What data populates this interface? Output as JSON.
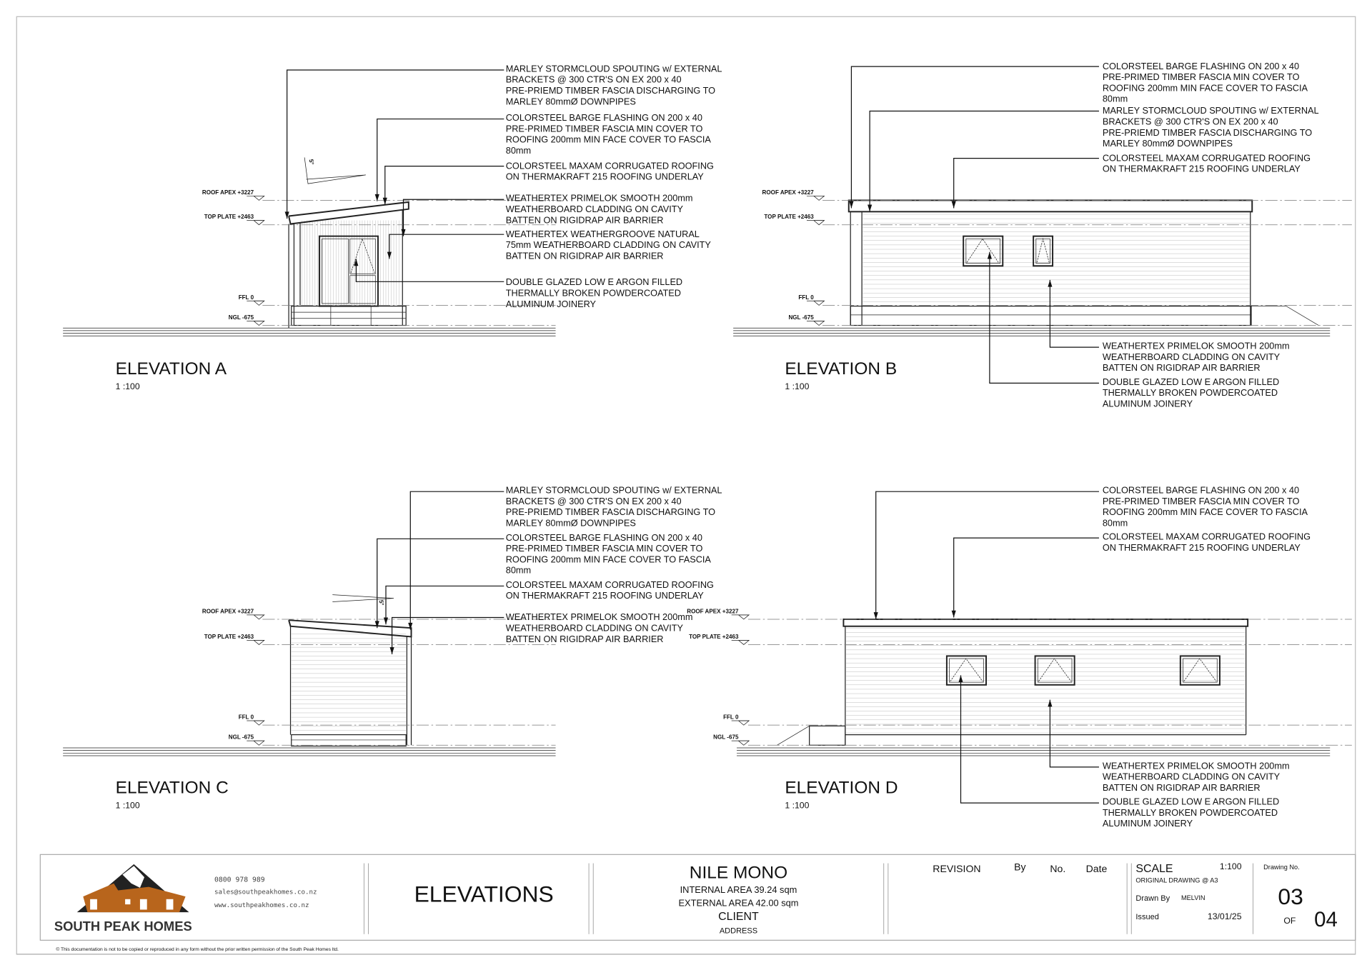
{
  "sheet": {
    "elevations": [
      {
        "title": "ELEVATION A",
        "scale": "1 :100",
        "levels": [
          "ROOF APEX +3227",
          "TOP PLATE +2463",
          "FFL 0",
          "NGL -675"
        ],
        "roof_pitch": "5°",
        "notes": [
          [
            "MARLEY STORMCLOUD SPOUTING w/ EXTERNAL",
            "BRACKETS @ 300 CTR'S ON EX 200 x 40",
            "PRE-PRIEMD TIMBER FASCIA DISCHARGING TO",
            "MARLEY 80mmØ DOWNPIPES"
          ],
          [
            "COLORSTEEL BARGE FLASHING ON 200 x 40",
            "PRE-PRIMED TIMBER FASCIA MIN COVER TO",
            "ROOFING 200mm MIN FACE COVER TO FASCIA",
            "80mm"
          ],
          [
            "COLORSTEEL MAXAM CORRUGATED ROOFING",
            "ON THERMAKRAFT 215 ROOFING UNDERLAY"
          ],
          [
            "WEATHERTEX PRIMELOK SMOOTH 200mm",
            "WEATHERBOARD CLADDING ON CAVITY",
            "BATTEN ON RIGIDRAP AIR BARRIER"
          ],
          [
            "WEATHERTEX WEATHERGROOVE NATURAL",
            "75mm WEATHERBOARD CLADDING ON CAVITY",
            "BATTEN ON RIGIDRAP AIR BARRIER"
          ],
          [
            "DOUBLE GLAZED LOW E ARGON FILLED",
            "THERMALLY BROKEN POWDERCOATED",
            "ALUMINUM JOINERY"
          ]
        ]
      },
      {
        "title": "ELEVATION B",
        "scale": "1 :100",
        "levels": [
          "ROOF APEX +3227",
          "TOP PLATE +2463",
          "FFL 0",
          "NGL -675"
        ],
        "notes": [
          [
            "COLORSTEEL BARGE FLASHING ON 200 x 40",
            "PRE-PRIMED TIMBER FASCIA MIN COVER TO",
            "ROOFING 200mm MIN FACE COVER TO FASCIA",
            "80mm"
          ],
          [
            "MARLEY STORMCLOUD SPOUTING w/ EXTERNAL",
            "BRACKETS @ 300 CTR'S ON EX 200 x 40",
            "PRE-PRIEMD TIMBER FASCIA DISCHARGING TO",
            "MARLEY 80mmØ DOWNPIPES"
          ],
          [
            "COLORSTEEL MAXAM CORRUGATED ROOFING",
            "ON THERMAKRAFT 215 ROOFING UNDERLAY"
          ],
          [
            "WEATHERTEX PRIMELOK SMOOTH 200mm",
            "WEATHERBOARD CLADDING ON CAVITY",
            "BATTEN ON RIGIDRAP AIR BARRIER"
          ],
          [
            "DOUBLE GLAZED LOW E ARGON FILLED",
            "THERMALLY BROKEN POWDERCOATED",
            "ALUMINUM JOINERY"
          ]
        ]
      },
      {
        "title": "ELEVATION C",
        "scale": "1 :100",
        "levels": [
          "ROOF APEX +3227",
          "TOP PLATE +2463",
          "FFL 0",
          "NGL -675"
        ],
        "roof_pitch": "5°",
        "notes": [
          [
            "MARLEY STORMCLOUD SPOUTING w/ EXTERNAL",
            "BRACKETS @ 300 CTR'S ON EX 200 x 40",
            "PRE-PRIEMD TIMBER FASCIA DISCHARGING TO",
            "MARLEY 80mmØ DOWNPIPES"
          ],
          [
            "COLORSTEEL BARGE FLASHING ON 200 x 40",
            "PRE-PRIMED TIMBER FASCIA MIN COVER TO",
            "ROOFING 200mm MIN FACE COVER TO FASCIA",
            "80mm"
          ],
          [
            "COLORSTEEL MAXAM CORRUGATED ROOFING",
            "ON THERMAKRAFT 215 ROOFING UNDERLAY"
          ],
          [
            "WEATHERTEX PRIMELOK SMOOTH 200mm",
            "WEATHERBOARD CLADDING ON CAVITY",
            "BATTEN ON RIGIDRAP AIR BARRIER"
          ]
        ]
      },
      {
        "title": "ELEVATION D",
        "scale": "1 :100",
        "levels": [
          "ROOF APEX +3227",
          "TOP PLATE +2463",
          "FFL 0",
          "NGL -675"
        ],
        "notes": [
          [
            "COLORSTEEL BARGE FLASHING ON 200 x 40",
            "PRE-PRIMED TIMBER FASCIA MIN COVER TO",
            "ROOFING 200mm MIN FACE COVER TO FASCIA",
            "80mm"
          ],
          [
            "COLORSTEEL MAXAM CORRUGATED ROOFING",
            "ON THERMAKRAFT 215 ROOFING UNDERLAY"
          ],
          [
            "WEATHERTEX PRIMELOK SMOOTH 200mm",
            "WEATHERBOARD CLADDING ON CAVITY",
            "BATTEN ON RIGIDRAP AIR BARRIER"
          ],
          [
            "DOUBLE GLAZED LOW E ARGON FILLED",
            "THERMALLY BROKEN POWDERCOATED",
            "ALUMINUM JOINERY"
          ]
        ]
      }
    ]
  },
  "title_block": {
    "company": "SOUTH PEAK HOMES",
    "phone": "0800 978 989",
    "email": "sales@southpeakhomes.co.nz",
    "website": "www.southpeakhomes.co.nz",
    "sheet_title": "ELEVATIONS",
    "project": "NILE MONO",
    "internal_area": "INTERNAL AREA 39.24 sqm",
    "external_area": "EXTERNAL AREA 42.00 sqm",
    "client": "CLIENT",
    "address": "ADDRESS",
    "revision_headers": [
      "REVISION",
      "By",
      "No.",
      "Date"
    ],
    "scale_label": "SCALE",
    "scale_value": "1:100",
    "original": "ORIGINAL DRAWING @ A3",
    "drawn_by_label": "Drawn By",
    "drawn_by": "MELVIN",
    "issued_label": "Issued",
    "issued": "13/01/25",
    "drawing_no_label": "Drawing No.",
    "drawing_no": "03",
    "of_label": "OF",
    "total": "04",
    "brand_color": "#b8651c"
  },
  "copyright": "© This documentation is not to be copied or reproduced in any form without the prior written permission of the South Peak Homes ltd."
}
